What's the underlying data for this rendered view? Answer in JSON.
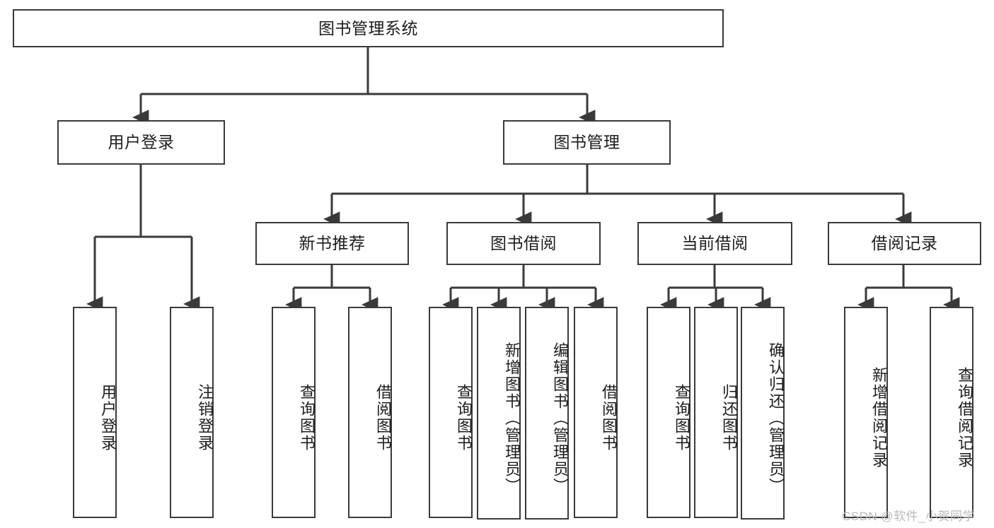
{
  "diagram": {
    "title": "图书管理系统",
    "type": "tree-hierarchy-chart",
    "root": {
      "id": "root",
      "label": "图书管理系统"
    },
    "level2": [
      {
        "id": "user-login",
        "label": "用户登录"
      },
      {
        "id": "book-manage",
        "label": "图书管理"
      }
    ],
    "level3": [
      {
        "id": "new-book-rec",
        "label": "新书推荐",
        "parent": "book-manage"
      },
      {
        "id": "book-borrow",
        "label": "图书借阅",
        "parent": "book-manage"
      },
      {
        "id": "current-borrow",
        "label": "当前借阅",
        "parent": "book-manage"
      },
      {
        "id": "borrow-record",
        "label": "借阅记录",
        "parent": "book-manage"
      }
    ],
    "leaves": [
      {
        "id": "leaf-user-login",
        "label": "用户登录",
        "parent": "user-login"
      },
      {
        "id": "leaf-logout-login",
        "label": "注销登录",
        "parent": "user-login"
      },
      {
        "id": "leaf-query-book-1",
        "label": "查询图书",
        "parent": "new-book-rec"
      },
      {
        "id": "leaf-borrow-book-1",
        "label": "借阅图书",
        "parent": "new-book-rec"
      },
      {
        "id": "leaf-query-book-2",
        "label": "查询图书",
        "parent": "book-borrow"
      },
      {
        "id": "leaf-add-book",
        "label": "新增图书（管理员）",
        "parent": "book-borrow"
      },
      {
        "id": "leaf-edit-book",
        "label": "编辑图书（管理员）",
        "parent": "book-borrow"
      },
      {
        "id": "leaf-borrow-book-2",
        "label": "借阅图书",
        "parent": "book-borrow"
      },
      {
        "id": "leaf-query-book-3",
        "label": "查询图书",
        "parent": "current-borrow"
      },
      {
        "id": "leaf-return-book",
        "label": "归还图书",
        "parent": "current-borrow"
      },
      {
        "id": "leaf-confirm-return",
        "label": "确认归还（管理员）",
        "parent": "current-borrow"
      },
      {
        "id": "leaf-add-record",
        "label": "新增借阅记录",
        "parent": "borrow-record"
      },
      {
        "id": "leaf-query-record",
        "label": "查询借阅记录",
        "parent": "borrow-record"
      }
    ],
    "colors": {
      "stroke": "#3a3a3a",
      "fill": "#ffffff",
      "text": "#1d1d1d",
      "watermark": "#b9b9b9"
    }
  },
  "watermark": {
    "text": "CSDN @软件_小贺同学"
  }
}
